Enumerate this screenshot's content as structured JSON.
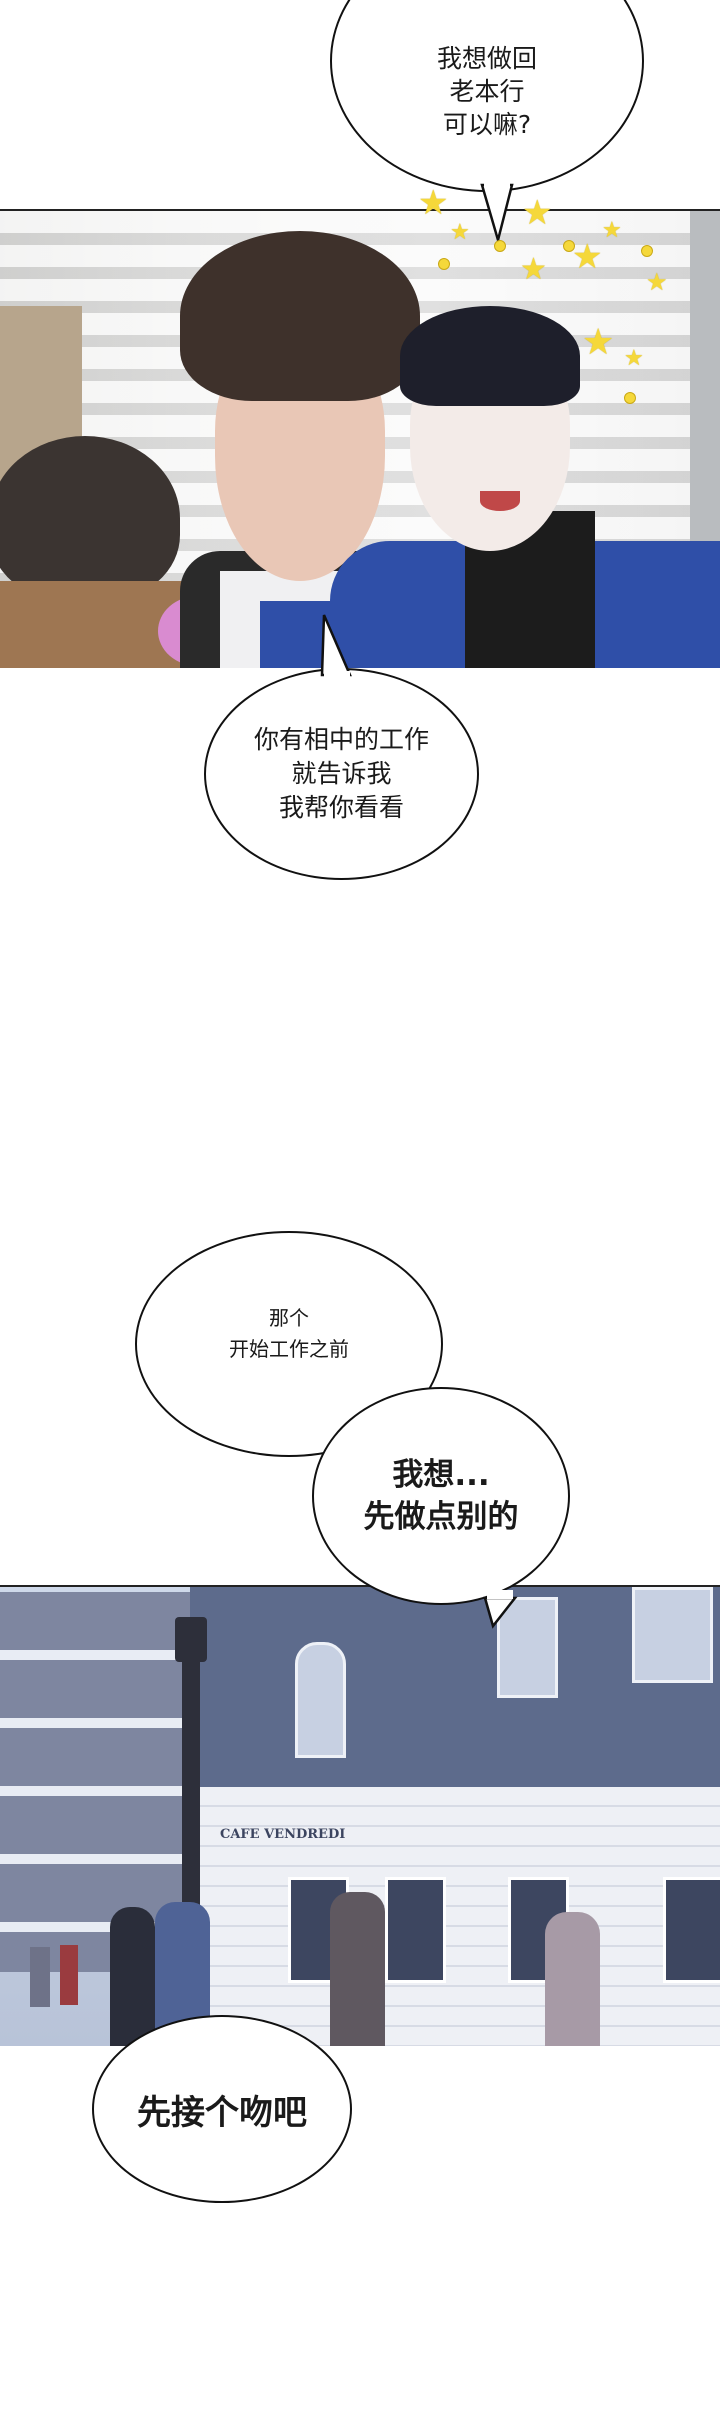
{
  "bubbles": [
    {
      "lines": [
        "我想做回",
        "老本行",
        "可以嘛?"
      ]
    },
    {
      "lines": [
        "你有相中的工作",
        "就告诉我",
        "我帮你看看"
      ]
    },
    {
      "lines": [
        "那个",
        "开始工作之前"
      ]
    },
    {
      "lines": [
        "我想...",
        "先做点别的"
      ]
    },
    {
      "lines": [
        "先接个吻吧"
      ]
    }
  ],
  "panel2_sign": "CAFE VENDREDI",
  "colors": {
    "star": "#f5d83a",
    "suit_blue": "#2f4fa8",
    "building": "#5d6b8c"
  }
}
